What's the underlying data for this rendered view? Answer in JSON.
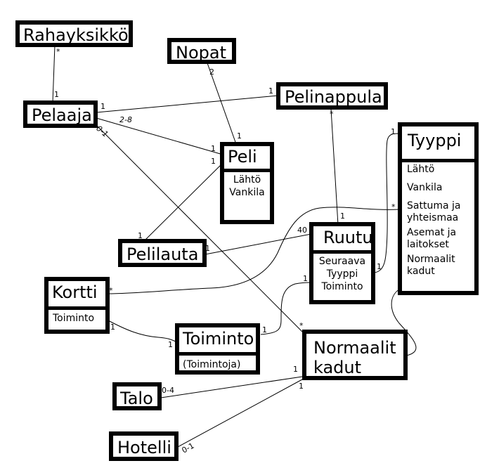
{
  "classes": {
    "rahayksikko": {
      "title": "Rahayksikkö"
    },
    "nopat": {
      "title": "Nopat"
    },
    "pelinappula": {
      "title": "Pelinappula"
    },
    "pelaaja": {
      "title": "Pelaaja"
    },
    "peli": {
      "title": "Peli",
      "items": [
        "Lähtö",
        "Vankila"
      ]
    },
    "tyyppi": {
      "title": "Tyyppi",
      "items": [
        "Lähtö",
        "Vankila",
        "Sattuma ja",
        "yhteismaa",
        "Asemat ja",
        "laitokset",
        "Normaalit",
        "kadut"
      ]
    },
    "pelilauta": {
      "title": "Pelilauta"
    },
    "ruutu": {
      "title": "Ruutu",
      "items": [
        "Seuraava",
        "Tyyppi",
        "Toiminto"
      ]
    },
    "kortti": {
      "title": "Kortti",
      "items": [
        "Toiminto"
      ]
    },
    "toiminto": {
      "title": "Toiminto",
      "items": [
        "(Toimintoja)"
      ]
    },
    "normaalit_kadut": {
      "title_line1": "Normaalit",
      "title_line2": "kadut"
    },
    "talo": {
      "title": "Talo"
    },
    "hotelli": {
      "title": "Hotelli"
    }
  },
  "multiplicities": {
    "rahayksikko_star": "*",
    "pelaaja_rahayksikko_1": "1",
    "nopat_2": "2",
    "peli_nopat_1": "1",
    "pelinappula_1": "1",
    "pelaaja_pelinappula_1": "1",
    "pelaaja_range": "2-8",
    "pelaaja_zero_one": "0-1",
    "peli_pelaaja_1": "1",
    "peli_pelilauta_1": "1",
    "pelinappula_star": "*",
    "tyyppi_1": "1",
    "tyyppi_star": "*",
    "ruutu_pelinappula_1": "1",
    "ruutu_40": "40",
    "pelilauta_1": "1",
    "pelilauta_peli_1": "1",
    "ruutu_tyyppi_1": "1",
    "kortti_star": "*",
    "ruutu_toiminto_1": "1",
    "kortti_1": "1",
    "toiminto_kortti_1": "1",
    "toiminto_ruutu_1": "1",
    "normaalit_star": "*",
    "normaalit_talo_1": "1",
    "normaalit_hotelli_1": "1",
    "talo_0_4": "0-4",
    "hotelli_0_1": "0-1"
  }
}
